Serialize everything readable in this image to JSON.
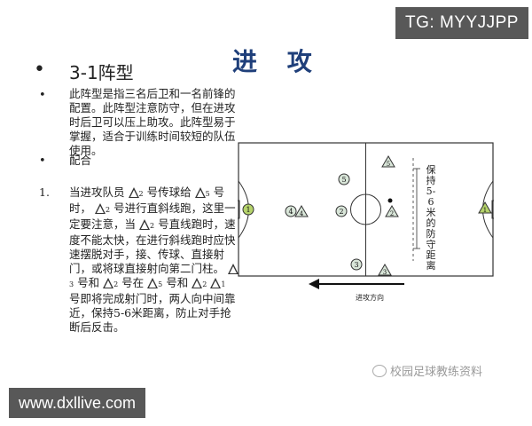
{
  "tags": {
    "top": "TG: MYYJJPP",
    "bottom": "www.dxllive.com"
  },
  "title": "进 攻",
  "heading": {
    "bullet": "•",
    "text": "3-1阵型"
  },
  "bullets": [
    "•",
    "•"
  ],
  "intro": "此阵型是指三名后卫和一名前锋的配置。此阵型注意防守，但在进攻时后卫可以压上助攻。此阵型易于掌握，适合于训练时间较短的队伍使用。",
  "pattern_label": "配合",
  "steps": {
    "number": "1.",
    "p1": "当进攻队员",
    "p2": "号传球给",
    "p3": "号时，",
    "p4": "号进行直斜线跑，这里一定要注意，当",
    "p5": "号直线跑时，速度不能太快，在进行斜线跑时应快速摆脱对手，接、传球、直接射门，或将球直接射向第二门柱。",
    "p6": "号和",
    "p7": "号在",
    "p8": "号和",
    "p9": "号即将完成射门时，两人向中间靠近，保持5-6米距离，防止对手抢断后反击。",
    "n2": "2",
    "n5": "5",
    "n3": "3",
    "n1": "1"
  },
  "field": {
    "players": [
      {
        "id": "1",
        "role": "circle",
        "color": "#b5d36b"
      },
      {
        "id": "4",
        "role": "circle",
        "color": "#d9e6d9"
      },
      {
        "id": "4",
        "role": "triangle",
        "color": "#d9e6d9"
      },
      {
        "id": "2",
        "role": "circle",
        "color": "#d9e6d9"
      },
      {
        "id": "5",
        "role": "circle",
        "color": "#d9e6d9"
      },
      {
        "id": "3",
        "role": "circle",
        "color": "#d9e6d9"
      },
      {
        "id": "2",
        "role": "triangle",
        "color": "#d9e6d9"
      },
      {
        "id": "5",
        "role": "triangle",
        "color": "#d9e6d9"
      },
      {
        "id": "3",
        "role": "triangle",
        "color": "#d9e6d9"
      },
      {
        "id": "1",
        "role": "triangle",
        "color": "#b5d36b"
      }
    ],
    "direction_label": "进攻方向",
    "distance_label": "保持5-6米的防守距离"
  },
  "watermark": "校园足球教练资料"
}
